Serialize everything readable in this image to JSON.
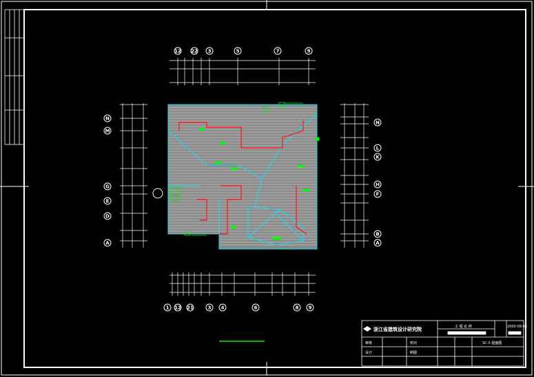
{
  "drawing": {
    "background": "#000000",
    "line_color": "#ffffff",
    "roof_outline_color": "#00e5ff",
    "gutter_color": "#ff2020",
    "note_color": "#00ff00"
  },
  "axes": {
    "top": [
      "12",
      "22",
      "3",
      "5",
      "7",
      "9"
    ],
    "bottom": [
      "1",
      "12",
      "21",
      "3",
      "4",
      "6",
      "8",
      "9"
    ],
    "left": [
      "N",
      "M",
      "G",
      "E",
      "D",
      "A"
    ],
    "right": [
      "N",
      "L",
      "K",
      "H",
      "F",
      "B",
      "A"
    ]
  },
  "title_block": {
    "institute": "浙江省建筑设计研究院",
    "project_label": "工 程 名 称",
    "date": "2000-08-05",
    "drawing_no": "SC-5 屋面图",
    "row_labels": [
      "审核",
      "设计"
    ],
    "checker_labels": [
      "校对",
      "制图"
    ]
  }
}
